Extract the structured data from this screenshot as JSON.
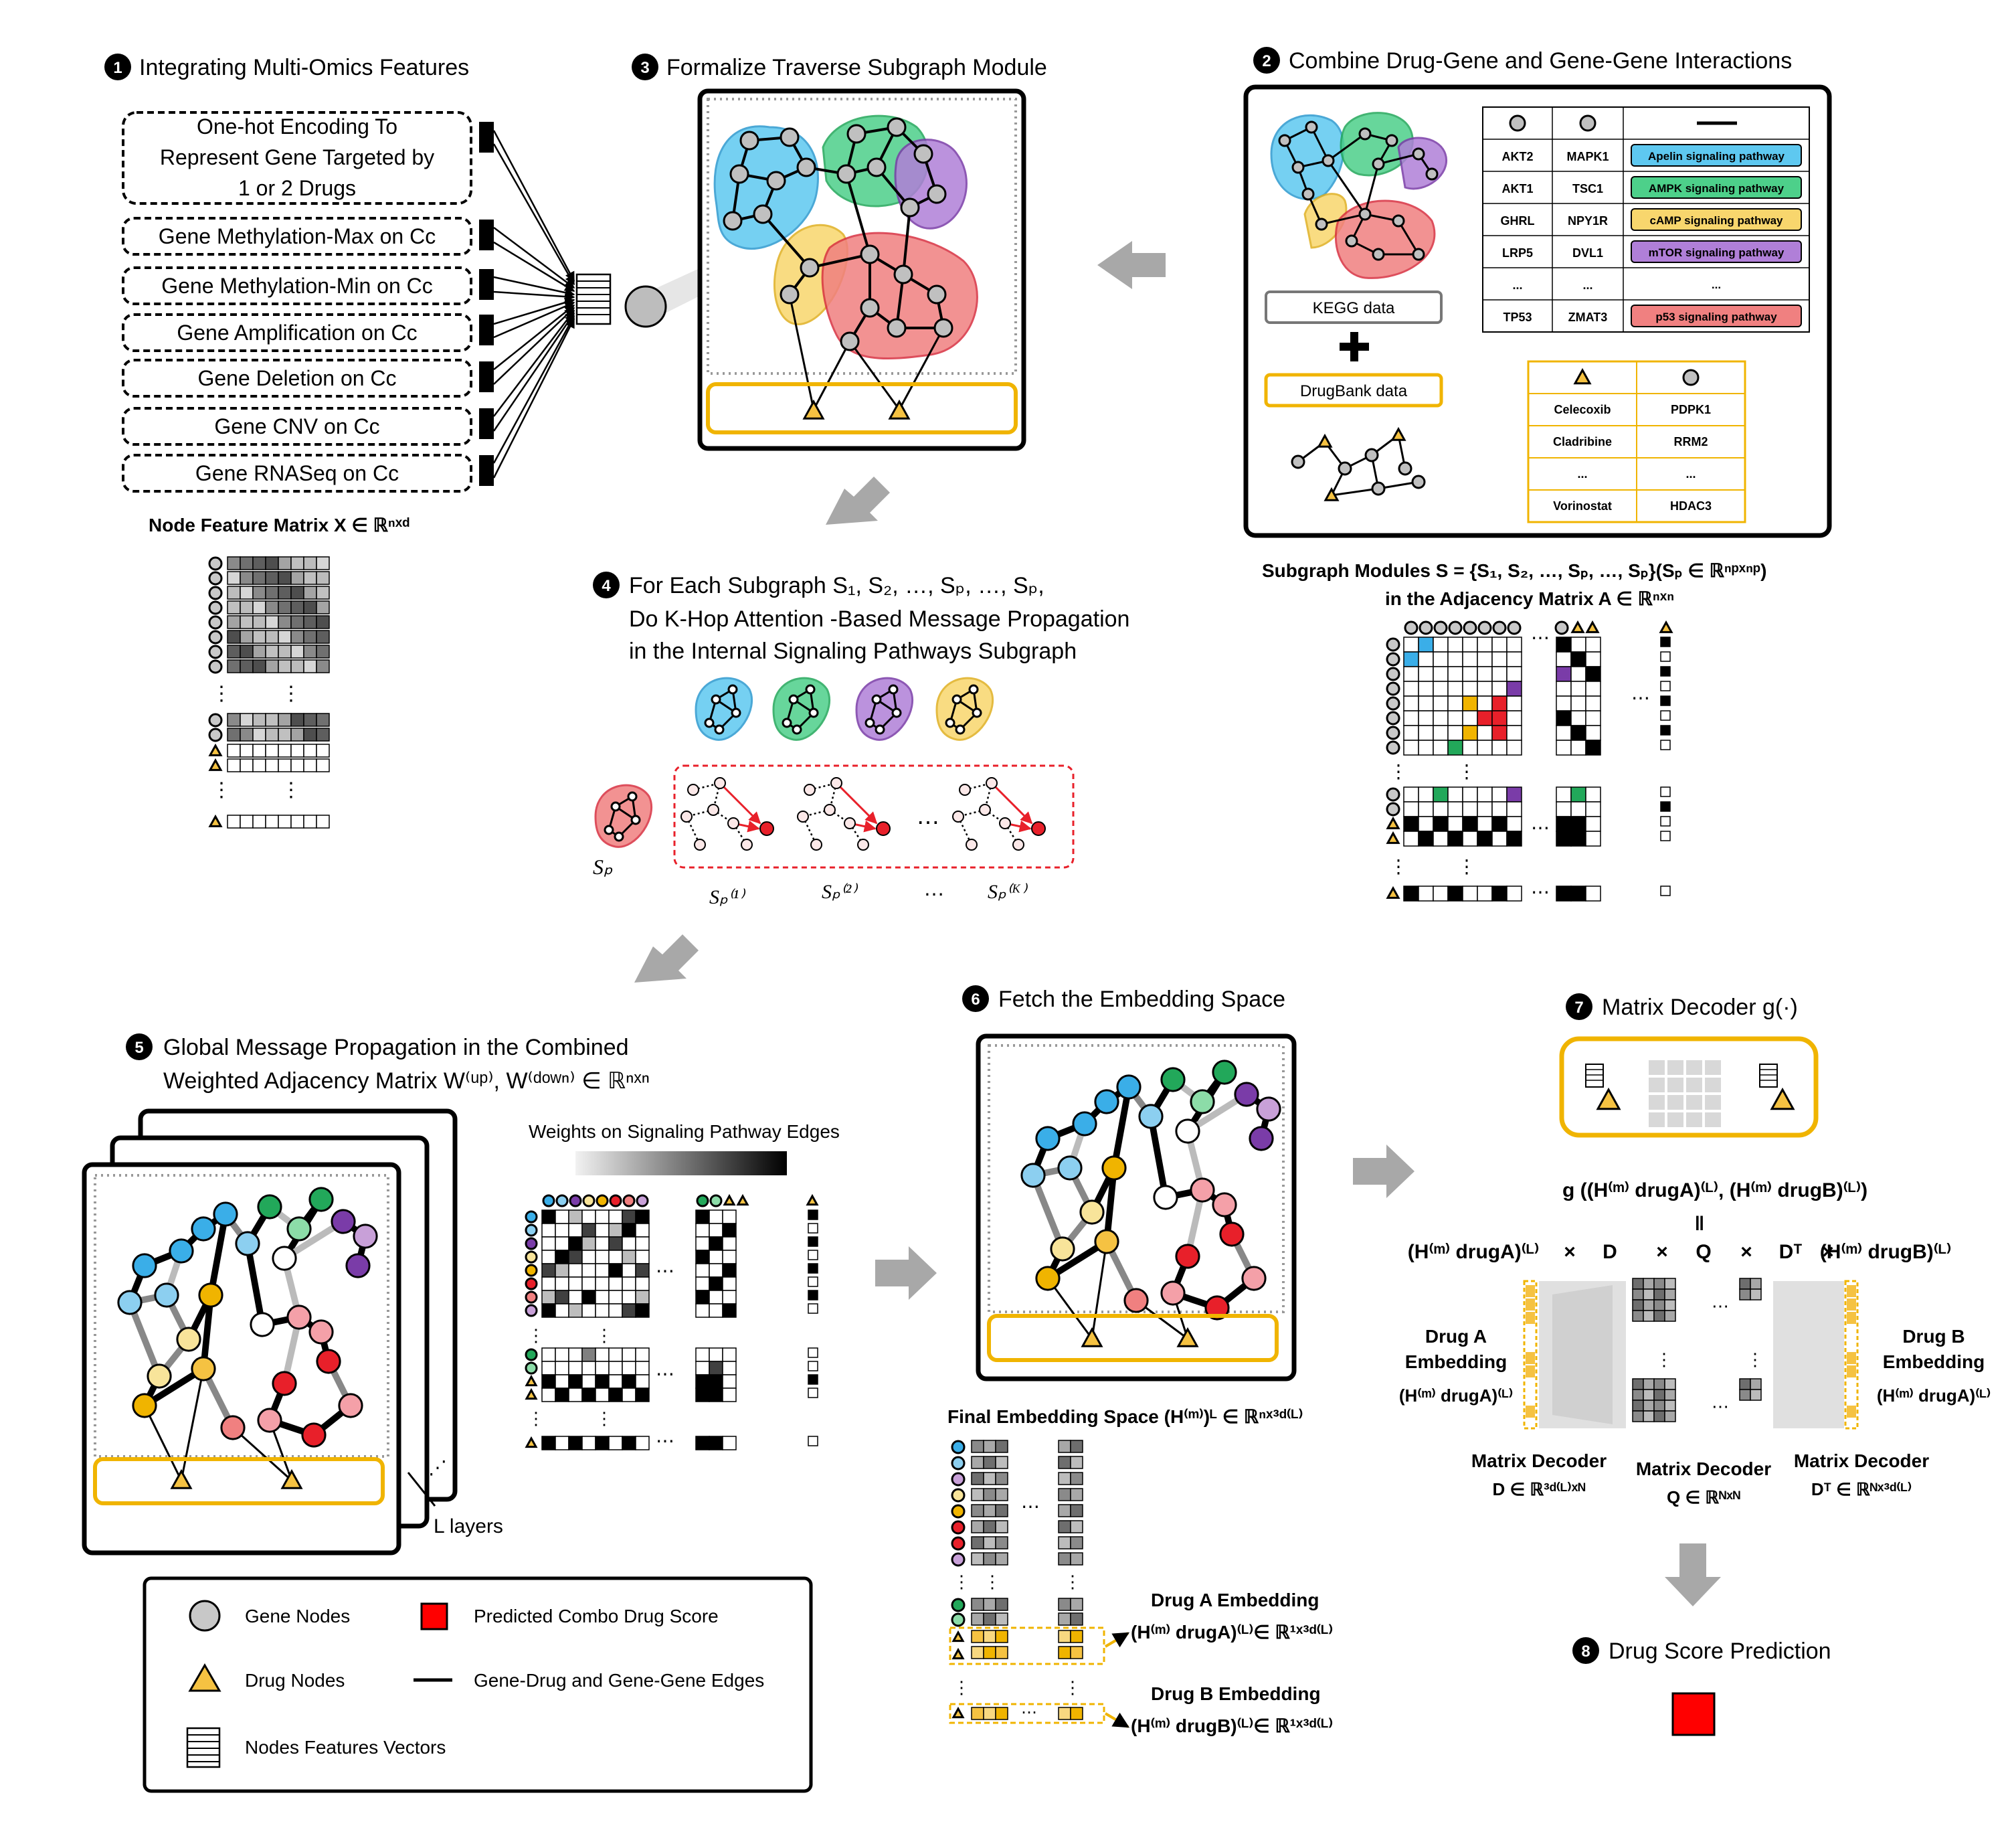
{
  "steps": {
    "s1": {
      "num": "1",
      "title": "Integrating Multi-Omics Features"
    },
    "s2": {
      "num": "2",
      "title": "Combine Drug-Gene and Gene-Gene Interactions"
    },
    "s3": {
      "num": "3",
      "title": "Formalize Traverse Subgraph Module"
    },
    "s4": {
      "num": "4",
      "line1": "For Each Subgraph S₁, S₂, …, Sₚ, …, Sₚ,",
      "line2": "Do K-Hop Attention -Based Message Propagation",
      "line3": "in the Internal Signaling Pathways Subgraph"
    },
    "s5": {
      "num": "5",
      "line1": "Global Message Propagation in the Combined",
      "line2": "Weighted Adjacency Matrix W⁽ᵘᵖ⁾,  W⁽ᵈᵒʷⁿ⁾ ∈ ℝⁿˣⁿ"
    },
    "s6": {
      "num": "6",
      "title": "Fetch the Embedding Space"
    },
    "s7": {
      "num": "7",
      "title": "Matrix Decoder g(·)"
    },
    "s8": {
      "num": "8",
      "title": "Drug Score Prediction"
    }
  },
  "features": [
    "One-hot Encoding To",
    "Represent Gene Targeted by",
    "1 or 2 Drugs",
    "Gene Methylation-Max on Cᴄ",
    "Gene Methylation-Min on Cᴄ",
    "Gene Amplification on Cᴄ",
    "Gene Deletion on Cᴄ",
    "Gene CNV on Cᴄ",
    "Gene RNASeq on Cᴄ"
  ],
  "node_feature_matrix_label": "Node Feature Matrix X ∈ ℝⁿˣᵈ",
  "kegg_label": "KEGG data",
  "drugbank_label": "DrugBank data",
  "gene_table": {
    "rows": [
      [
        "AKT2",
        "MAPK1",
        "Apelin signaling pathway"
      ],
      [
        "AKT1",
        "TSC1",
        "AMPK signaling pathway"
      ],
      [
        "GHRL",
        "NPY1R",
        "cAMP signaling pathway"
      ],
      [
        "LRP5",
        "DVL1",
        "mTOR signaling pathway"
      ],
      [
        "...",
        "...",
        "..."
      ],
      [
        "TP53",
        "ZMAT3",
        "p53 signaling pathway"
      ]
    ],
    "pathway_colors": [
      "#5ec8f0",
      "#4dd08a",
      "#f8d66d",
      "#b07fd8",
      "#ffffff",
      "#f08080"
    ]
  },
  "drug_table": {
    "rows": [
      [
        "Celecoxib",
        "PDPK1"
      ],
      [
        "Cladribine",
        "RRM2"
      ],
      [
        "...",
        "..."
      ],
      [
        "Vorinostat",
        "HDAC3"
      ]
    ]
  },
  "subgraph_modules_line1": "Subgraph Modules S = {S₁,  S₂, …, Sₚ, …, Sₚ}(Sₚ ∈ ℝⁿᵖˣⁿᵖ)",
  "subgraph_modules_line2": "in the Adjacency Matrix A ∈ ℝⁿˣⁿ",
  "sp_label": "Sₚ",
  "khop_labels": [
    "Sₚ⁽¹⁾",
    "Sₚ⁽²⁾",
    "Sₚ⁽ᴷ⁾"
  ],
  "weights_label": "Weights on Signaling Pathway Edges",
  "layers_label": "L layers",
  "final_embedding_label": "Final Embedding Space (H⁽ᵐ⁾)ᴸ  ∈ ℝⁿˣ³ᵈ⁽ᴸ⁾",
  "drugA_embedding": {
    "title": "Drug A Embedding",
    "formula": "(H⁽ᵐ⁾ drugA)⁽ᴸ⁾∈ ℝ¹ˣ³ᵈ⁽ᴸ⁾"
  },
  "drugB_embedding": {
    "title": "Drug B Embedding",
    "formula": "(H⁽ᵐ⁾ drugB)⁽ᴸ⁾∈ ℝ¹ˣ³ᵈ⁽ᴸ⁾"
  },
  "decoder": {
    "g_formula": "g ((H⁽ᵐ⁾ drugA)⁽ᴸ⁾, (H⁽ᵐ⁾ drugB)⁽ᴸ⁾)",
    "equals": "=",
    "product_terms": [
      "(H⁽ᵐ⁾ drugA)⁽ᴸ⁾",
      "×",
      "D",
      "×",
      "Q",
      "×",
      "Dᵀ",
      "×",
      "(H⁽ᵐ⁾ drugB)⁽ᴸ⁾"
    ],
    "drugA_side": [
      "Drug A",
      "Embedding",
      "(H⁽ᵐ⁾ drugA)⁽ᴸ⁾"
    ],
    "drugB_side": [
      "Drug B",
      "Embedding",
      "(H⁽ᵐ⁾ drugA)⁽ᴸ⁾"
    ],
    "labels": [
      [
        "Matrix Decoder",
        "D ∈ ℝ³ᵈ⁽ᴸ⁾ˣᴺ"
      ],
      [
        "Matrix Decoder",
        "Q ∈ ℝᴺˣᴺ"
      ],
      [
        "Matrix Decoder",
        "Dᵀ ∈ ℝᴺˣ³ᵈ⁽ᴸ⁾"
      ]
    ]
  },
  "legend": {
    "gene": "Gene Nodes",
    "drug": "Drug Nodes",
    "features": "Nodes Features Vectors",
    "score": "Predicted Combo Drug Score",
    "edges": "Gene-Drug and Gene-Gene Edges"
  },
  "colors": {
    "blue": "#3aaee8",
    "green": "#22a85a",
    "purple": "#7a3ca8",
    "yellow": "#f5c242",
    "red": "#e8202a",
    "pink": "#f4a0a8",
    "gold": "#f0b400",
    "gray": "#cccccc"
  }
}
